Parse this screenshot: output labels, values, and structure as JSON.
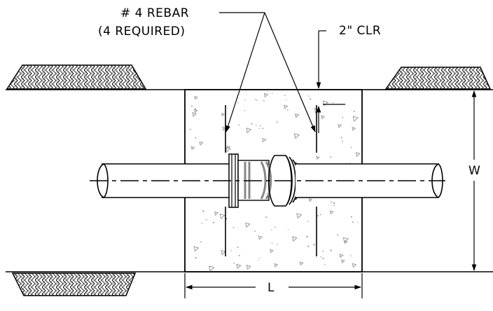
{
  "labels": {
    "rebar_line1": "# 4 REBAR",
    "rebar_line2": "(4 REQUIRED)",
    "clearance": "2\" CLR",
    "width_dim": "W",
    "length_dim": "L"
  },
  "colors": {
    "line": "#000000",
    "background": "#ffffff",
    "ring": "#888888",
    "speckle": "#9a9a9a"
  },
  "icons": {
    "ground_hatch": "ground-hatch-pattern",
    "concrete_fill": "concrete-speckle-pattern"
  }
}
